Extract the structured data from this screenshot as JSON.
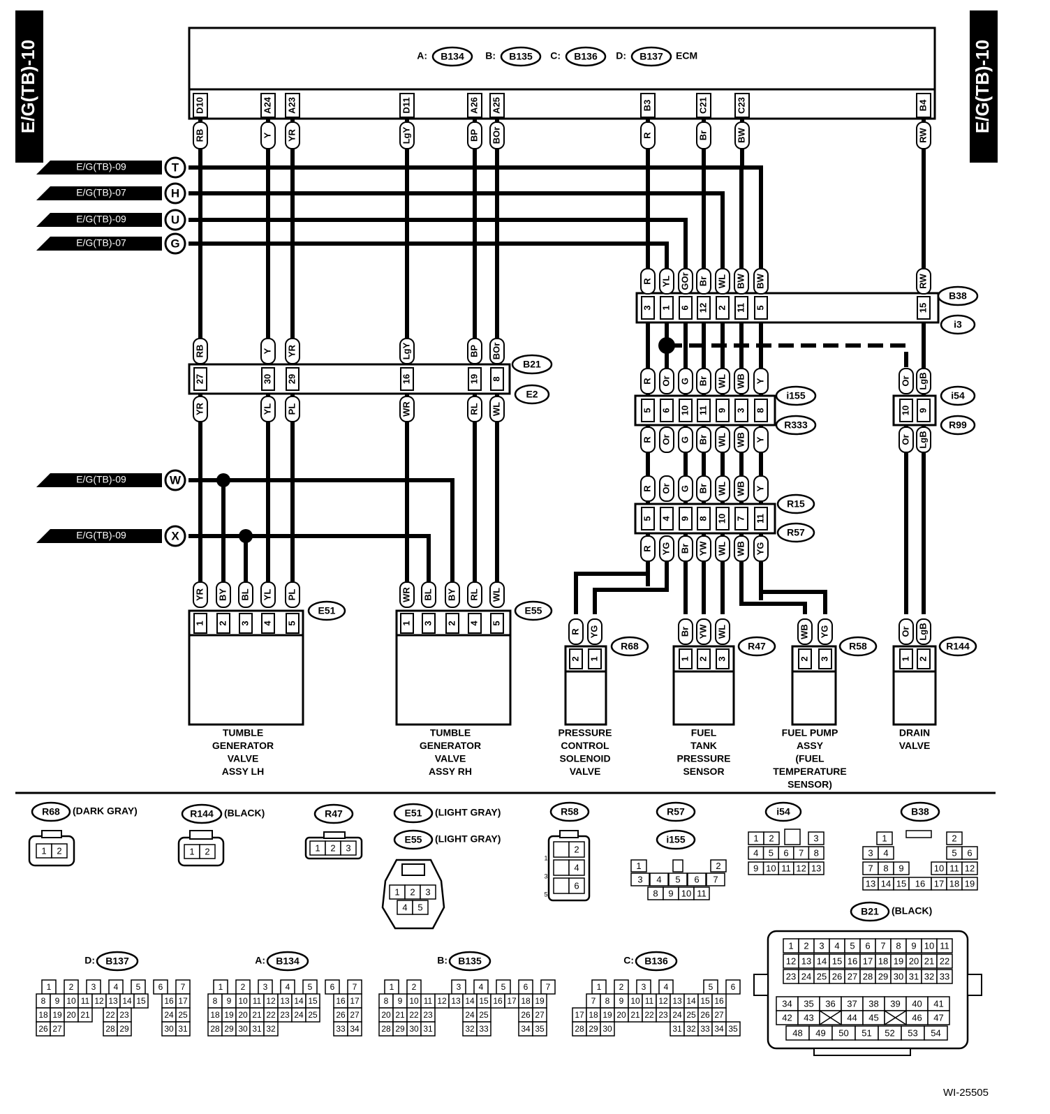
{
  "page_tag": "E/G(TB)-10",
  "figure_id": "WI-25505",
  "ecm": {
    "label": "ECM",
    "connectors": [
      {
        "prefix": "A:",
        "id": "B134"
      },
      {
        "prefix": "B:",
        "id": "B135"
      },
      {
        "prefix": "C:",
        "id": "B136"
      },
      {
        "prefix": "D:",
        "id": "B137"
      }
    ],
    "pins": [
      {
        "pin": "D10",
        "wire": "RB"
      },
      {
        "pin": "A24",
        "wire": "Y"
      },
      {
        "pin": "A23",
        "wire": "YR"
      },
      {
        "pin": "D11",
        "wire": "LgY"
      },
      {
        "pin": "A26",
        "wire": "BP"
      },
      {
        "pin": "A25",
        "wire": "BOr"
      },
      {
        "pin": "B3",
        "wire": "R"
      },
      {
        "pin": "C21",
        "wire": "Br"
      },
      {
        "pin": "C23",
        "wire": "BW"
      },
      {
        "pin": "B4",
        "wire": "RW"
      }
    ]
  },
  "references": [
    {
      "page": "E/G(TB)-09",
      "letter": "T"
    },
    {
      "page": "E/G(TB)-07",
      "letter": "H"
    },
    {
      "page": "E/G(TB)-09",
      "letter": "U"
    },
    {
      "page": "E/G(TB)-07",
      "letter": "G"
    },
    {
      "page": "E/G(TB)-09",
      "letter": "W"
    },
    {
      "page": "E/G(TB)-09",
      "letter": "X"
    }
  ],
  "b38": {
    "ids": [
      "B38",
      "i3"
    ],
    "top_wires": [
      "R",
      "YL",
      "GOr",
      "Br",
      "WL",
      "BW",
      "BW",
      "RW"
    ],
    "pins": [
      "3",
      "1",
      "6",
      "12",
      "2",
      "11",
      "5",
      "15"
    ]
  },
  "b21": {
    "ids": [
      "B21",
      "E2"
    ],
    "top_wires": [
      "RB",
      "Y",
      "YR",
      "LgY",
      "BP",
      "BOr"
    ],
    "pins": [
      "27",
      "30",
      "29",
      "16",
      "19",
      "8"
    ],
    "bottom_wires": [
      "YR",
      "YL",
      "PL",
      "WR",
      "RL",
      "WL"
    ]
  },
  "i155": {
    "ids": [
      "i155",
      "R333"
    ],
    "top_wires": [
      "R",
      "Or",
      "G",
      "Br",
      "WL",
      "WB",
      "Y"
    ],
    "pins": [
      "5",
      "6",
      "10",
      "11",
      "9",
      "3",
      "8"
    ],
    "bottom_wires": [
      "R",
      "Or",
      "G",
      "Br",
      "WL",
      "WB",
      "Y"
    ]
  },
  "i54": {
    "ids": [
      "i54",
      "R99"
    ],
    "top_wires": [
      "Or",
      "LgB"
    ],
    "pins": [
      "10",
      "9"
    ],
    "bottom_wires": [
      "Or",
      "LgB"
    ]
  },
  "r15": {
    "ids": [
      "R15",
      "R57"
    ],
    "top_wires": [
      "R",
      "Or",
      "G",
      "Br",
      "WL",
      "WB",
      "Y"
    ],
    "pins": [
      "5",
      "4",
      "9",
      "8",
      "10",
      "7",
      "11"
    ],
    "bottom_wires": [
      "R",
      "YG",
      "Br",
      "YW",
      "WL",
      "WB",
      "YG"
    ]
  },
  "components": [
    {
      "id": "E51",
      "wires": [
        "YR",
        "BY",
        "BL",
        "YL",
        "PL"
      ],
      "pins": [
        "1",
        "2",
        "3",
        "4",
        "5"
      ],
      "name": [
        "TUMBLE",
        "GENERATOR",
        "VALVE",
        "ASSY LH"
      ]
    },
    {
      "id": "E55",
      "wires": [
        "WR",
        "BL",
        "BY",
        "RL",
        "WL"
      ],
      "pins": [
        "1",
        "3",
        "2",
        "4",
        "5"
      ],
      "name": [
        "TUMBLE",
        "GENERATOR",
        "VALVE",
        "ASSY RH"
      ]
    },
    {
      "id": "R68",
      "wires": [
        "R",
        "YG"
      ],
      "pins": [
        "2",
        "1"
      ],
      "name": [
        "PRESSURE",
        "CONTROL",
        "SOLENOID",
        "VALVE"
      ]
    },
    {
      "id": "R47",
      "wires": [
        "Br",
        "YW",
        "WL"
      ],
      "pins": [
        "1",
        "2",
        "3"
      ],
      "name": [
        "FUEL",
        "TANK",
        "PRESSURE",
        "SENSOR"
      ]
    },
    {
      "id": "R58",
      "wires": [
        "WB",
        "YG"
      ],
      "pins": [
        "2",
        "3"
      ],
      "name": [
        "FUEL PUMP",
        "ASSY",
        "(FUEL",
        "TEMPERATURE",
        "SENSOR)"
      ]
    },
    {
      "id": "R144",
      "wires": [
        "Or",
        "LgB"
      ],
      "pins": [
        "1",
        "2"
      ],
      "name": [
        "DRAIN",
        "VALVE"
      ]
    }
  ],
  "connector_views": {
    "R68": {
      "color": "(DARK GRAY)",
      "pins": [
        "1",
        "2"
      ]
    },
    "R144": {
      "color": "(BLACK)",
      "pins": [
        "1",
        "2"
      ]
    },
    "R47": {
      "pins": [
        "1",
        "2",
        "3"
      ]
    },
    "E51": {
      "color": "(LIGHT GRAY)"
    },
    "E55": {
      "color": "(LIGHT GRAY)",
      "rows": [
        [
          "1",
          "2",
          "3"
        ],
        [
          "4",
          "5"
        ]
      ]
    },
    "R58": {
      "pins": [
        "2",
        "4",
        "6"
      ],
      "side": [
        "1",
        "3",
        "5"
      ]
    },
    "R57": {},
    "i155": {
      "rows": [
        [
          "1",
          "2"
        ],
        [
          "3",
          "4",
          "5",
          "6",
          "7"
        ],
        [
          "8",
          "9",
          "10",
          "11"
        ]
      ]
    },
    "i54": {
      "rows": [
        [
          "1",
          "2",
          "3"
        ],
        [
          "4",
          "5",
          "6",
          "7",
          "8"
        ],
        [
          "9",
          "10",
          "11",
          "12",
          "13"
        ]
      ]
    },
    "B38": {
      "rows": [
        [
          "1",
          "2"
        ],
        [
          "3",
          "4",
          "5",
          "6"
        ],
        [
          "7",
          "8",
          "9",
          "10",
          "11",
          "12"
        ],
        [
          "13",
          "14",
          "15",
          "16",
          "17",
          "18",
          "19"
        ]
      ]
    },
    "B21": {
      "color": "(BLACK)",
      "rows": [
        [
          "1",
          "2",
          "3",
          "4",
          "5",
          "6",
          "7",
          "8",
          "9",
          "10",
          "11"
        ],
        [
          "12",
          "13",
          "14",
          "15",
          "16",
          "17",
          "18",
          "19",
          "20",
          "21",
          "22"
        ],
        [
          "23",
          "24",
          "25",
          "26",
          "27",
          "28",
          "29",
          "30",
          "31",
          "32",
          "33"
        ],
        [
          "34",
          "35",
          "36",
          "37",
          "38",
          "39",
          "40",
          "41"
        ],
        [
          "42",
          "43",
          "44",
          "45",
          "46",
          "47"
        ],
        [
          "48",
          "49",
          "50",
          "51",
          "52",
          "53",
          "54"
        ]
      ]
    },
    "B137": {
      "prefix": "D:",
      "rows": [
        [
          "1",
          "2",
          "3",
          "4",
          "5",
          "6",
          "7"
        ],
        [
          "8",
          "9",
          "10",
          "11",
          "12",
          "13",
          "14",
          "15",
          "16",
          "17"
        ],
        [
          "18",
          "19",
          "20",
          "21",
          "22",
          "23",
          "24",
          "25"
        ],
        [
          "26",
          "27",
          "28",
          "29",
          "30",
          "31"
        ]
      ]
    },
    "B134": {
      "prefix": "A:",
      "rows": [
        [
          "1",
          "2",
          "3",
          "4",
          "5",
          "6",
          "7"
        ],
        [
          "8",
          "9",
          "10",
          "11",
          "12",
          "13",
          "14",
          "15",
          "16",
          "17"
        ],
        [
          "18",
          "19",
          "20",
          "21",
          "22",
          "23",
          "24",
          "25",
          "26",
          "27"
        ],
        [
          "28",
          "29",
          "30",
          "31",
          "32",
          "33",
          "34"
        ]
      ]
    },
    "B135": {
      "prefix": "B:",
      "rows": [
        [
          "1",
          "2",
          "3",
          "4",
          "5",
          "6",
          "7"
        ],
        [
          "8",
          "9",
          "10",
          "11",
          "12",
          "13",
          "14",
          "15",
          "16",
          "17",
          "18",
          "19"
        ],
        [
          "20",
          "21",
          "22",
          "23",
          "24",
          "25",
          "26",
          "27"
        ],
        [
          "28",
          "29",
          "30",
          "31",
          "32",
          "33",
          "34",
          "35"
        ]
      ]
    },
    "B136": {
      "prefix": "C:",
      "rows": [
        [
          "1",
          "2",
          "3",
          "4",
          "5",
          "6"
        ],
        [
          "7",
          "8",
          "9",
          "10",
          "11",
          "12",
          "13",
          "14",
          "15",
          "16"
        ],
        [
          "17",
          "18",
          "19",
          "20",
          "21",
          "22",
          "23",
          "24",
          "25",
          "26",
          "27"
        ],
        [
          "28",
          "29",
          "30",
          "31",
          "32",
          "33",
          "34",
          "35"
        ]
      ]
    }
  }
}
